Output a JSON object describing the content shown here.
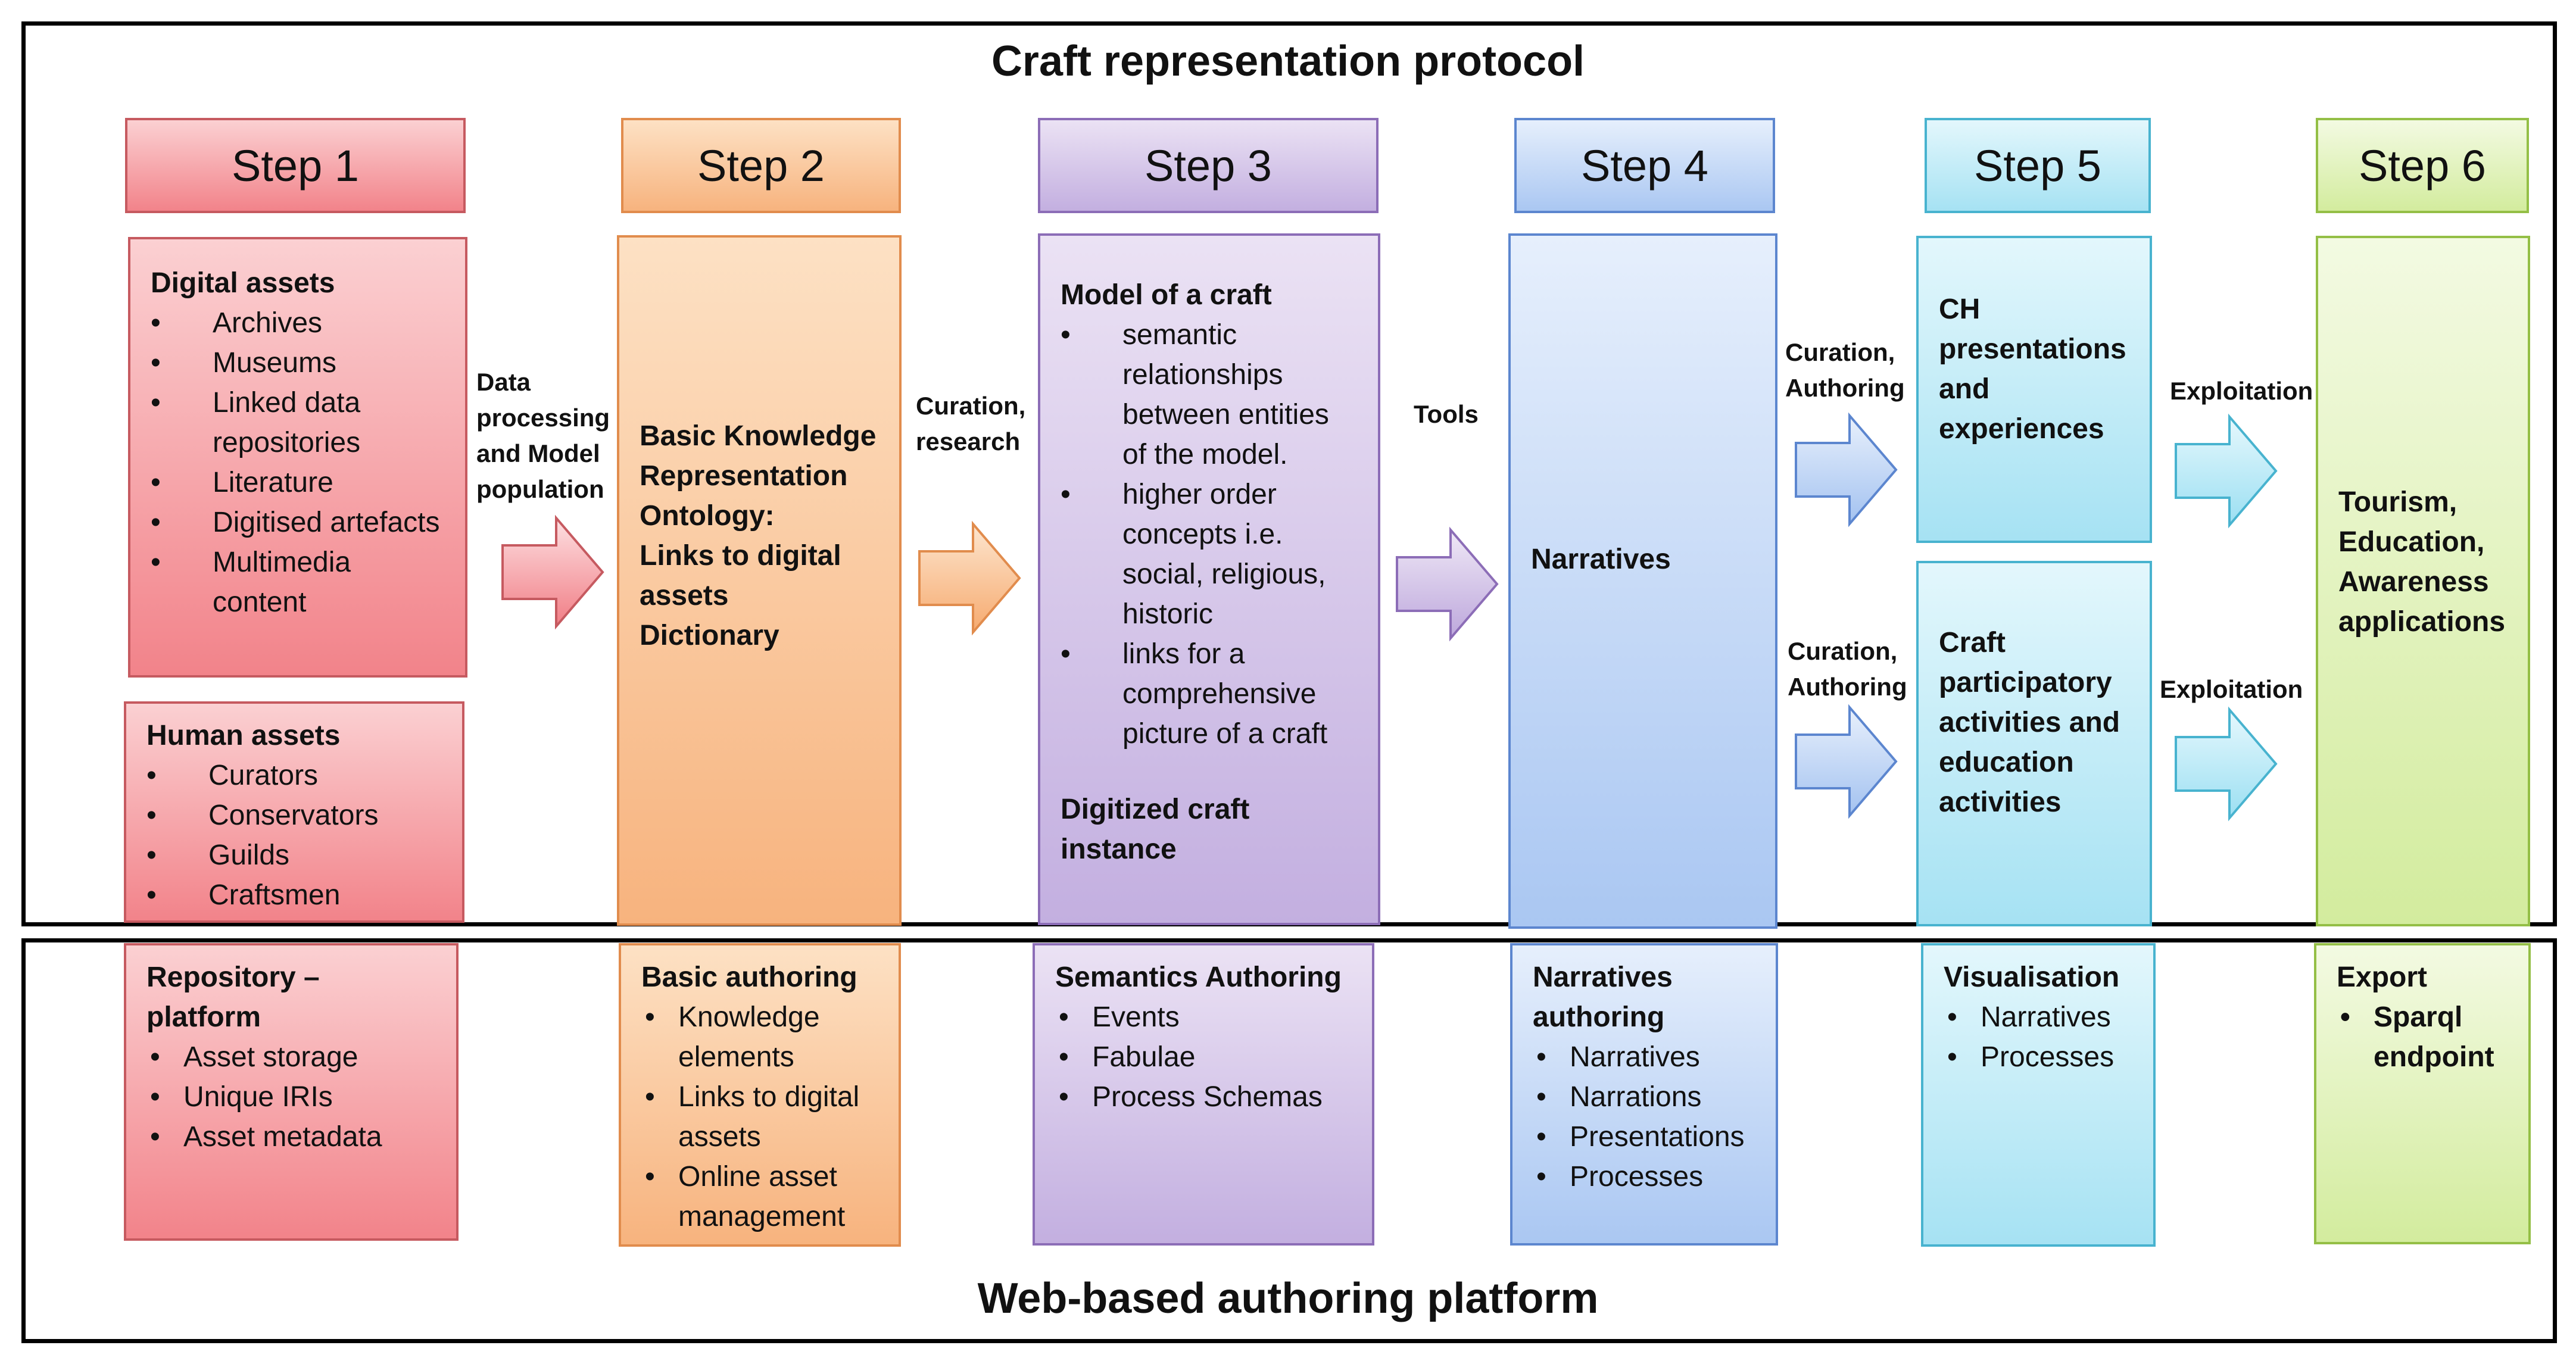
{
  "title_top": "Craft representation protocol",
  "title_bottom": "Web-based authoring platform",
  "steps": [
    "Step 1",
    "Step 2",
    "Step 3",
    "Step 4",
    "Step 5",
    "Step 6"
  ],
  "step1": {
    "digital_head": "Digital assets",
    "digital_items": [
      "Archives",
      "Museums",
      "Linked data repositories",
      "Literature",
      "Digitised artefacts",
      "Multimedia content"
    ],
    "human_head": "Human assets",
    "human_items": [
      "Curators",
      "Conservators",
      "Guilds",
      "Craftsmen"
    ]
  },
  "step2": {
    "lines": [
      "Basic Knowledge",
      "Representation",
      "Ontology:",
      "Links to digital",
      "assets",
      "Dictionary"
    ]
  },
  "step3": {
    "head": "Model of a craft",
    "items": [
      "semantic relationships between entities of the model.",
      "higher order concepts i.e. social, religious, historic",
      "links for a comprehensive picture of a craft"
    ],
    "tail": "Digitized craft instance"
  },
  "step4": {
    "text": "Narratives"
  },
  "step5": {
    "top": "CH presentations and experiences",
    "bottom": "Craft participatory activities and education activities"
  },
  "step6": {
    "text": "Tourism, Education, Awareness applications"
  },
  "arrow_labels": {
    "a1": "Data processing and Model population",
    "a2": "Curation, research",
    "a3": "Tools",
    "a4_top": "Curation, Authoring",
    "a4_bottom": "Curation, Authoring",
    "a5_top": "Exploitation",
    "a5_bottom": "Exploitation"
  },
  "platform": [
    {
      "head": "Repository – platform",
      "items": [
        "Asset storage",
        "Unique IRIs",
        "Asset metadata"
      ]
    },
    {
      "head": "Basic authoring",
      "items": [
        "Knowledge elements",
        "Links to digital assets",
        "Online asset management"
      ]
    },
    {
      "head": "Semantics Authoring",
      "items": [
        "Events",
        "Fabulae",
        "Process Schemas"
      ]
    },
    {
      "head": "Narratives authoring",
      "items": [
        "Narratives",
        "Narrations",
        "Presentations",
        "Processes"
      ]
    },
    {
      "head": "Visualisation",
      "items": [
        "Narratives",
        "Processes"
      ]
    },
    {
      "head": "Export",
      "items": [
        "Sparql endpoint"
      ]
    }
  ],
  "colors": {
    "red": "#f2838a",
    "orange": "#f7b37e",
    "purple": "#c3afe0",
    "blue": "#aac7f2",
    "cyan": "#a6e2f3",
    "green": "#d3ec9e"
  }
}
